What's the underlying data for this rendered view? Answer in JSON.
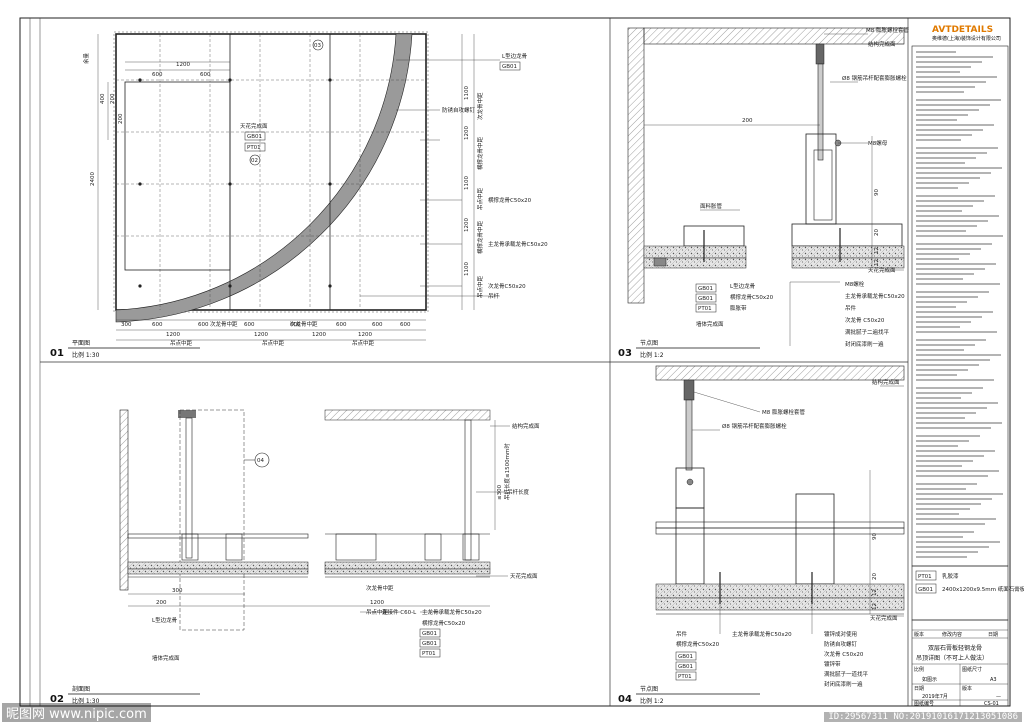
{
  "logo": {
    "brand": "AVTDETAILS",
    "company": "奥维德(上海)装饰设计有限公司"
  },
  "panel01": {
    "num": "01",
    "title": "平面图",
    "scale": "比例 1:30",
    "dims_top": [
      "600",
      "1200",
      "600"
    ],
    "dims_bottom": [
      "300",
      "600",
      "600",
      "600",
      "600",
      "600",
      "600",
      "600"
    ],
    "dims_bottom2": [
      "1200",
      "1200",
      "1200",
      "1200"
    ],
    "bottom_labels": [
      "次龙骨中距",
      "吊点中距",
      "吊点中距",
      "次龙骨中距",
      "吊点中距"
    ],
    "dims_left": [
      "200",
      "200",
      "2400",
      "400"
    ],
    "dims_right": [
      "1100",
      "1200",
      "1100",
      "1200",
      "1100"
    ],
    "right_vlabels": [
      "次龙骨中距",
      "横撑龙骨中距",
      "吊点中距",
      "横撑龙骨中距",
      "吊点中距"
    ],
    "top_left": "余量",
    "labels": [
      "L型边龙骨",
      "防锈自攻螺钉",
      "横撑龙骨C50x20",
      "主龙骨承载龙骨C50x20",
      "次龙骨C50x20",
      "吊杆"
    ],
    "tags": [
      "GB01",
      "GB01",
      "PT01"
    ],
    "ceiling": "天花完成面",
    "marker_a": "03",
    "marker_b": "02"
  },
  "panel02": {
    "num": "02",
    "title": "剖面图",
    "scale": "比例 1:30",
    "marker": "04",
    "dims": [
      "300",
      "200",
      "1200",
      "吊点中距",
      "次龙骨中距"
    ],
    "vdims": [
      "≤300",
      "吊杆长度≤1500mm时",
      "吊杆长度"
    ],
    "labels": [
      "L型边龙骨",
      "墙体完成面",
      "连接件 C60-L",
      "主龙骨承载龙骨C50x20",
      "横撑龙骨C50x20",
      "结构完成面",
      "吊杆长度",
      "天花完成面"
    ],
    "tags": [
      "GB01",
      "GB01",
      "PT01"
    ]
  },
  "panel03": {
    "num": "03",
    "title": "节点图",
    "scale": "比例 1:2",
    "dim": "200",
    "vdims": [
      "90",
      "20",
      "12",
      "12"
    ],
    "labels": [
      "M8 膨胀螺栓套管",
      "结构完成面",
      "Ø8 钢筋吊杆配套膨胀螺栓",
      "M8螺母",
      "面料胀管",
      "M8螺栓",
      "主龙骨承载龙骨C50x20",
      "吊件",
      "次龙骨 C50x20",
      "满批腻子二遍找平",
      "封闭底漆刷一遍",
      "L型边龙骨",
      "横撑龙骨C50x20",
      "膨胀带",
      "墙体完成面",
      "天花完成面"
    ],
    "tags": [
      "GB01",
      "GB01",
      "PT01"
    ]
  },
  "panel04": {
    "num": "04",
    "title": "节点图",
    "scale": "比例 1:2",
    "vdims": [
      "90",
      "20",
      "12",
      "12"
    ],
    "labels": [
      "结构完成面",
      "M8 膨胀螺栓套管",
      "Ø8 钢筋吊杆配套膨胀螺栓",
      "吊件",
      "主龙骨承载龙骨C50x20",
      "横撑龙骨C50x20",
      "镀锌成对使用",
      "防锈自攻螺钉",
      "次龙骨 C50x20",
      "镀锌带",
      "满批腻子一道找平",
      "封闭底漆刷一遍",
      "天花完成面"
    ],
    "tags": [
      "GB01",
      "GB01",
      "PT01"
    ]
  },
  "legend": [
    {
      "code": "PT01",
      "desc": "乳胶漆"
    },
    {
      "code": "GB01",
      "desc": "2400x1200x9.5mm 纸面石膏板"
    }
  ],
  "titleblock": {
    "rev_cols": [
      "版本",
      "修改内容",
      "日期"
    ],
    "title1": "双层石膏板轻钢龙骨",
    "title2": "吊顶详图（不可上人做法）",
    "fields": [
      {
        "k": "比例",
        "v": "如图示"
      },
      {
        "k": "图纸尺寸",
        "v": "A3"
      },
      {
        "k": "日期",
        "v": "2019年7月"
      },
      {
        "k": "版本",
        "v": "—"
      },
      {
        "k": "图纸编号",
        "v": "CS-01"
      }
    ]
  },
  "watermark": "昵图网 www.nipic.com",
  "watermark_id": "ID:29567311 NO:20191016171213051086"
}
